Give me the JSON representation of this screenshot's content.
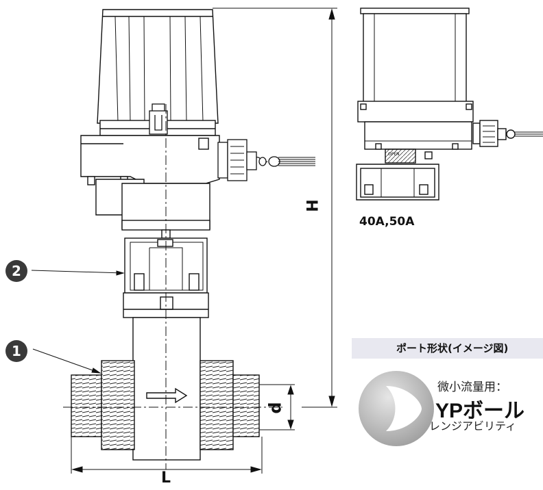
{
  "dimensions": {
    "H": "H",
    "L": "L",
    "d": "d"
  },
  "callouts": [
    "1",
    "2"
  ],
  "side_view": {
    "size_label": "40A,50A",
    "switch_label": "OPEN"
  },
  "port_shape": {
    "title": "ポート形状(イメージ図)",
    "usage": "微小流量用：",
    "ball_name": "YPボール",
    "feature": "レンジアビリティ"
  }
}
